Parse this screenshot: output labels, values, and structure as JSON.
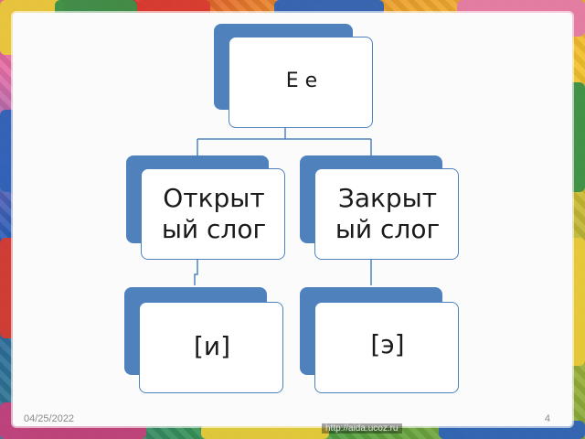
{
  "diagram": {
    "root": {
      "label": "Е е"
    },
    "branches": [
      {
        "label_line1": "Открыт",
        "label_line2": "ый слог",
        "child": "[и]"
      },
      {
        "label_line1": "Закрыт",
        "label_line2": "ый слог",
        "child": "[э]"
      }
    ]
  },
  "footer": {
    "date": "04/25/2022",
    "page_number": "4"
  },
  "watermark": "http://aida.ucoz.ru",
  "colors": {
    "box_accent": "#4f81bd",
    "box_fill": "#ffffff",
    "slide_bg": "#fbfbfb"
  }
}
